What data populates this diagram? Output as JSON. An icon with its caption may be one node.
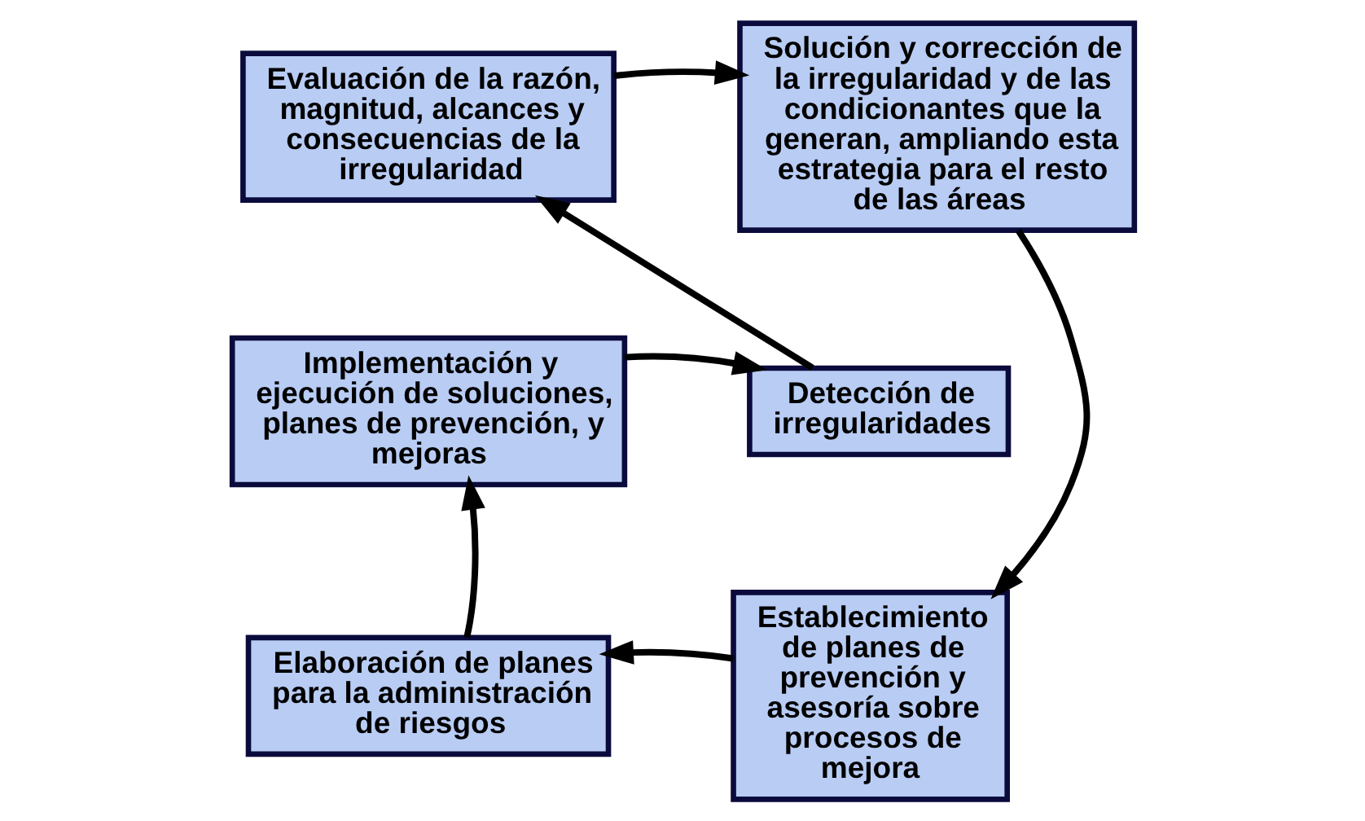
{
  "diagram": {
    "nodes": [
      {
        "text": [
          "Evaluación de la razón, magnitud, alcances y consecuencias de la irregularidad"
        ]
      },
      {
        "text": [
          "Solución y corrección de la irregularidad y de las condicionantes que la generan, ampliando esta estrategia para el resto de las áreas"
        ]
      },
      {
        "text": [
          "Implementación y ejecución de soluciones, planes de prevención, y mejoras"
        ]
      },
      {
        "text": [
          "Detección de irregularidades"
        ]
      },
      {
        "text": [
          "Establecimiento de planes de prevención y asesoría sobre procesos de mejora"
        ]
      },
      {
        "text": [
          "Elaboración de planes para la administración de riesgos"
        ]
      }
    ],
    "edges": [
      {
        "from": 3,
        "to": 0,
        "arrow": "to"
      },
      {
        "from": 0,
        "to": 1,
        "arrow": "to"
      },
      {
        "from": 1,
        "to": 4,
        "arrow": "to"
      },
      {
        "from": 4,
        "to": 5,
        "arrow": "to"
      },
      {
        "from": 5,
        "to": 2,
        "arrow": "to"
      },
      {
        "from": 2,
        "to": 3,
        "arrow": "to"
      }
    ]
  }
}
